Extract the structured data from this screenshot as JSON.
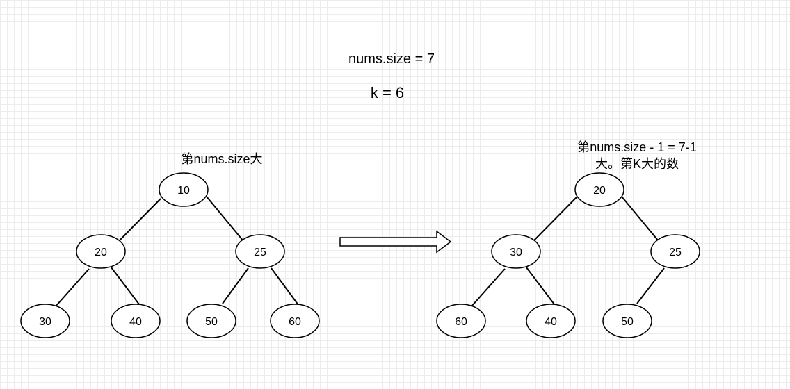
{
  "header": {
    "size_text": "nums.size = 7",
    "k_text": "k = 6"
  },
  "left_tree": {
    "caption": "第nums.size大",
    "nodes": [
      "10",
      "20",
      "25",
      "30",
      "40",
      "50",
      "60"
    ]
  },
  "right_tree": {
    "caption_line1": "第nums.size - 1 = 7-1",
    "caption_line2": "大。第K大的数",
    "nodes": [
      "20",
      "30",
      "25",
      "60",
      "40",
      "50"
    ]
  }
}
